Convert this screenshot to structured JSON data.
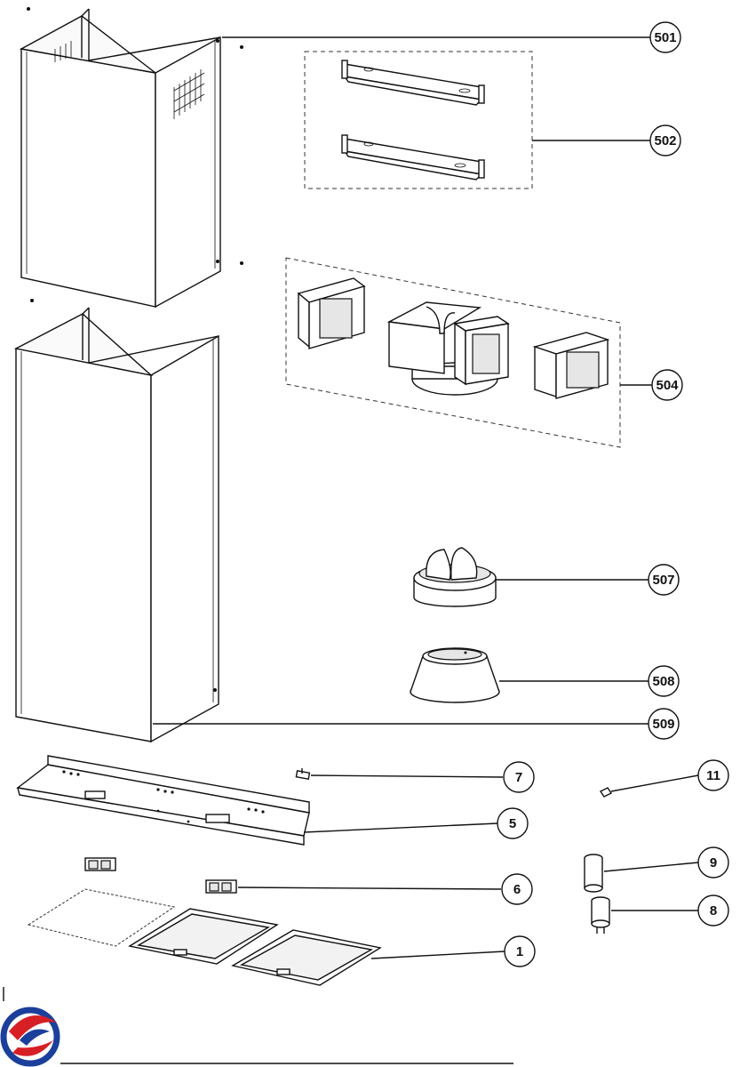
{
  "callouts": [
    {
      "id": "501",
      "label": "501"
    },
    {
      "id": "502",
      "label": "502"
    },
    {
      "id": "504",
      "label": "504"
    },
    {
      "id": "507",
      "label": "507"
    },
    {
      "id": "508",
      "label": "508"
    },
    {
      "id": "509",
      "label": "509"
    },
    {
      "id": "7",
      "label": "7"
    },
    {
      "id": "11",
      "label": "11"
    },
    {
      "id": "5",
      "label": "5"
    },
    {
      "id": "9",
      "label": "9"
    },
    {
      "id": "6",
      "label": "6"
    },
    {
      "id": "8",
      "label": "8"
    },
    {
      "id": "1",
      "label": "1"
    }
  ],
  "colors": {
    "logo_red": "#d71f26",
    "logo_blue": "#1b3f9b",
    "line": "#111111"
  }
}
